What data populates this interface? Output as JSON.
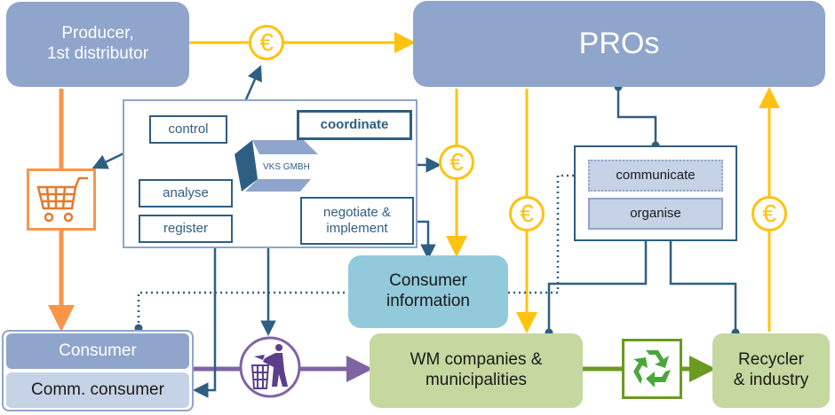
{
  "nodes": {
    "producer": "Producer,\n1st distributor",
    "pros": "PROs",
    "consumer": "Consumer",
    "comm_consumer": "Comm. consumer",
    "consumer_information": "Consumer\ninformation",
    "wm_companies": "WM companies  &\nmunicipalities",
    "recycler": "Recycler\n& industry"
  },
  "vks": {
    "logo_text": "VKS GMBH",
    "tasks": {
      "control": "control",
      "coordinate": "coordinate",
      "analyse": "analyse",
      "register": "register",
      "negotiate": "negotiate &\nimplement"
    }
  },
  "pro_box": {
    "communicate": "communicate",
    "organise": "organise"
  },
  "symbols": {
    "currency": "€",
    "icons": [
      "euro-icon",
      "shopping-cart-icon",
      "litter-bin-icon",
      "recycle-icon",
      "vks-logo-icon"
    ]
  },
  "colors": {
    "money_flow": "#ffc20e",
    "product_flow": "#f7964a",
    "waste_flow": "#8064a2",
    "recycling_flow": "#6a9a1f",
    "control_flow": "#2e5f82",
    "node_blue": "#8fa5cb",
    "node_teal": "#92cadb",
    "node_green": "#c4d89f"
  }
}
